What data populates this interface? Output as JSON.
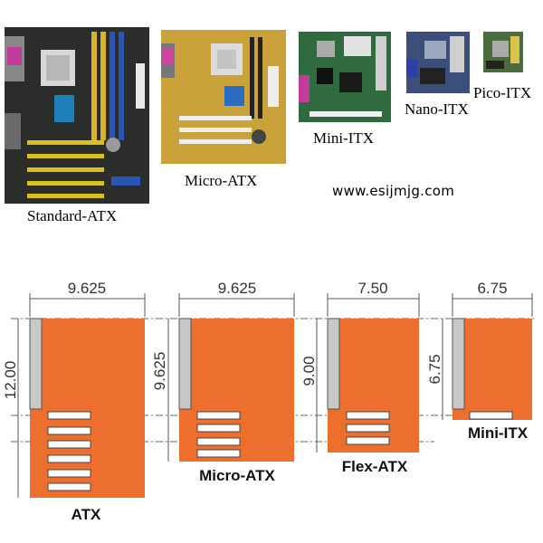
{
  "photos": {
    "standard_atx": "Standard-ATX",
    "micro_atx": "Micro-ATX",
    "mini_itx": "Mini-ITX",
    "nano_itx": "Nano-ITX",
    "pico_itx": "Pico-ITX",
    "website": "www.esijmjg.com"
  },
  "diagram": {
    "board_color": "#ee6f2d",
    "io_color": "#c8c8c8",
    "atx": {
      "label": "ATX",
      "width": "9.625",
      "height": "12.00"
    },
    "micro": {
      "label": "Micro-ATX",
      "width": "9.625",
      "height": "9.625"
    },
    "flex": {
      "label": "Flex-ATX",
      "width": "7.50",
      "height": "9.00"
    },
    "mini": {
      "label": "Mini-ITX",
      "width": "6.75",
      "height": "6.75"
    }
  }
}
